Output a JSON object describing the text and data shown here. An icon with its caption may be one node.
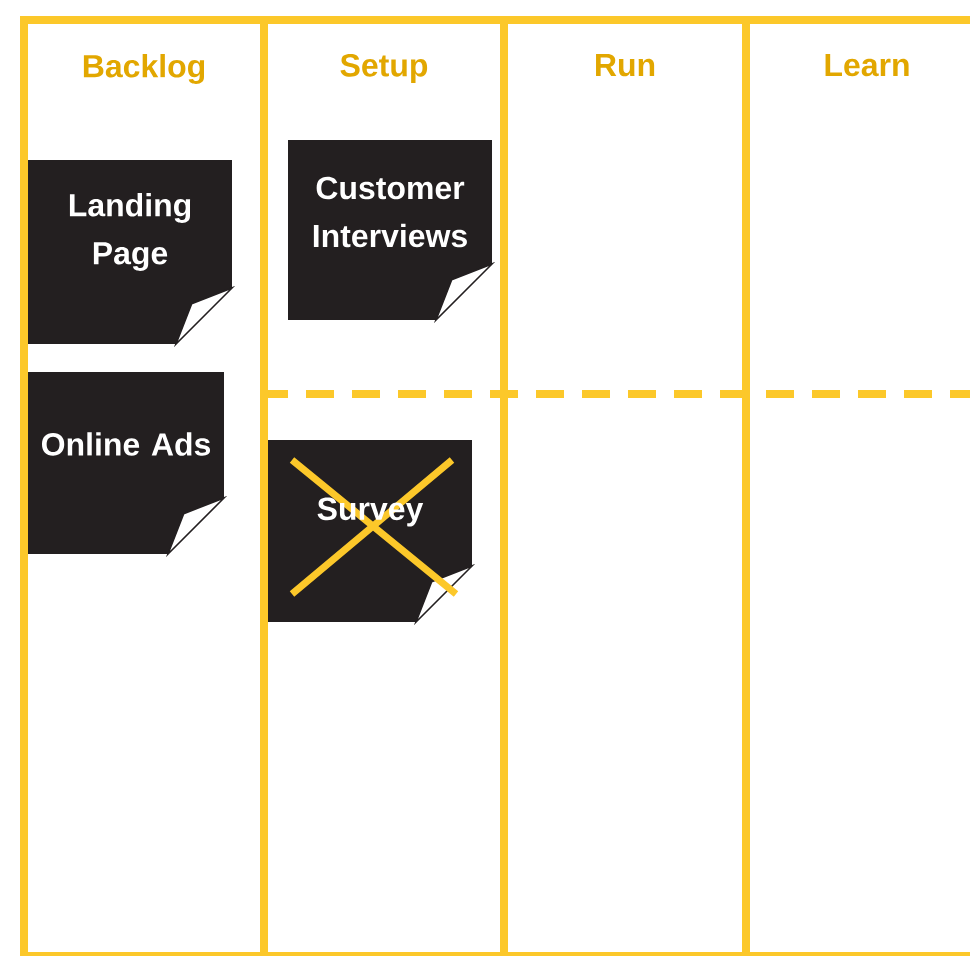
{
  "diagram": {
    "nodes": [
      {
        "text": [
          "Backlog"
        ]
      },
      {
        "text": [
          "Setup"
        ]
      },
      {
        "text": [
          "Run"
        ]
      },
      {
        "text": [
          "Learn"
        ]
      },
      {
        "text": [
          "Landing Page"
        ],
        "in": 0
      },
      {
        "text": [
          "Online Ads"
        ],
        "in": 0
      },
      {
        "text": [
          "Customer Interviews"
        ],
        "in": 1
      },
      {
        "text": [
          "Survey"
        ],
        "in": 1
      }
    ]
  }
}
